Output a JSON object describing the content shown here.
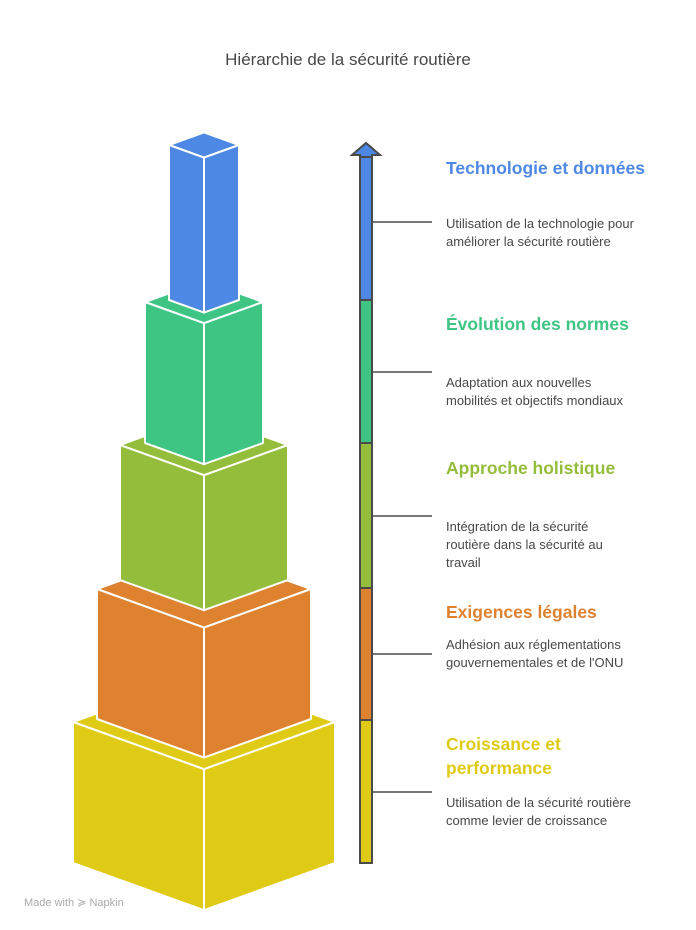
{
  "title": "Hiérarchie de la sécurité routière",
  "levels": [
    {
      "heading": "Technologie et données",
      "description": "Utilisation de la technologie pour améliorer la sécurité routière",
      "color": "#4E88E5"
    },
    {
      "heading": "Évolution des normes",
      "description": "Adaptation aux nouvelles mobilités et objectifs mondiaux",
      "color": "#3EC584"
    },
    {
      "heading": "Approche holistique",
      "description": "Intégration de la sécurité routière dans la sécurité au travail",
      "color": "#93BD3B"
    },
    {
      "heading": "Exigences légales",
      "description": "Adhésion aux réglementations gouvernementales et de l'ONU",
      "color": "#DF8230"
    },
    {
      "heading": "Croissance et performance",
      "description": "Utilisation de la sécurité routière comme levier de croissance",
      "color": "#DFCB16"
    }
  ],
  "watermark": "Made with ≽ Napkin",
  "arrow_color": "#4a4a4a"
}
